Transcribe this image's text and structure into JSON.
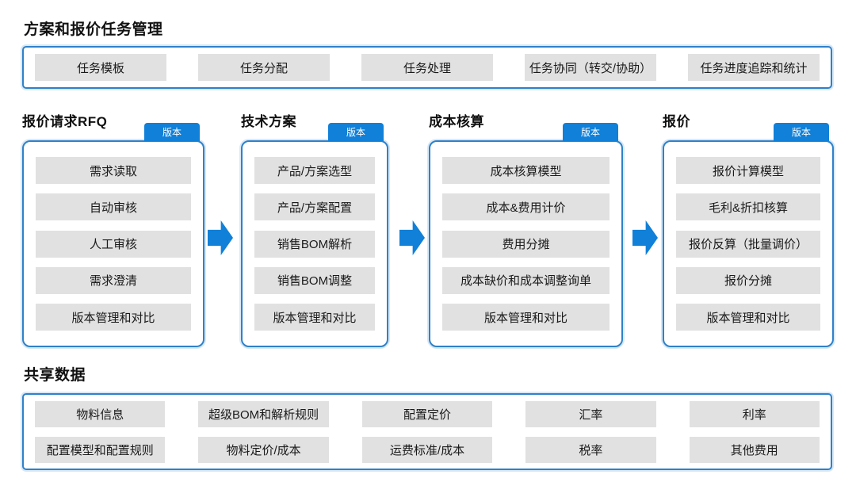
{
  "page": {
    "title": "方案和报价任务管理"
  },
  "task_bar": {
    "items": [
      "任务模板",
      "任务分配",
      "任务处理",
      "任务协同（转交/协助）",
      "任务进度追踪和统计"
    ]
  },
  "columns": [
    {
      "title": "报价请求RFQ",
      "badge": "版本",
      "items": [
        "需求读取",
        "自动审核",
        "人工审核",
        "需求澄清",
        "版本管理和对比"
      ]
    },
    {
      "title": "技术方案",
      "badge": "版本",
      "items": [
        "产品/方案选型",
        "产品/方案配置",
        "销售BOM解析",
        "销售BOM调整",
        "版本管理和对比"
      ]
    },
    {
      "title": "成本核算",
      "badge": "版本",
      "items": [
        "成本核算模型",
        "成本&费用计价",
        "费用分摊",
        "成本缺价和成本调整询单",
        "版本管理和对比"
      ]
    },
    {
      "title": "报价",
      "badge": "版本",
      "items": [
        "报价计算模型",
        "毛利&折扣核算",
        "报价反算（批量调价）",
        "报价分摊",
        "版本管理和对比"
      ]
    }
  ],
  "shared": {
    "title": "共享数据",
    "rows": [
      [
        "物料信息",
        "超级BOM和解析规则",
        "配置定价",
        "汇率",
        "利率"
      ],
      [
        "配置模型和配置规则",
        "物料定价/成本",
        "运费标准/成本",
        "税率",
        "其他费用"
      ]
    ]
  },
  "colors": {
    "accent_blue": "#1080d8",
    "panel_border_blue": "#2f81c9",
    "panel_halo_blue": "#d7e8f6",
    "button_gray": "#e1e1e1",
    "text_black": "#1a1a1a"
  }
}
